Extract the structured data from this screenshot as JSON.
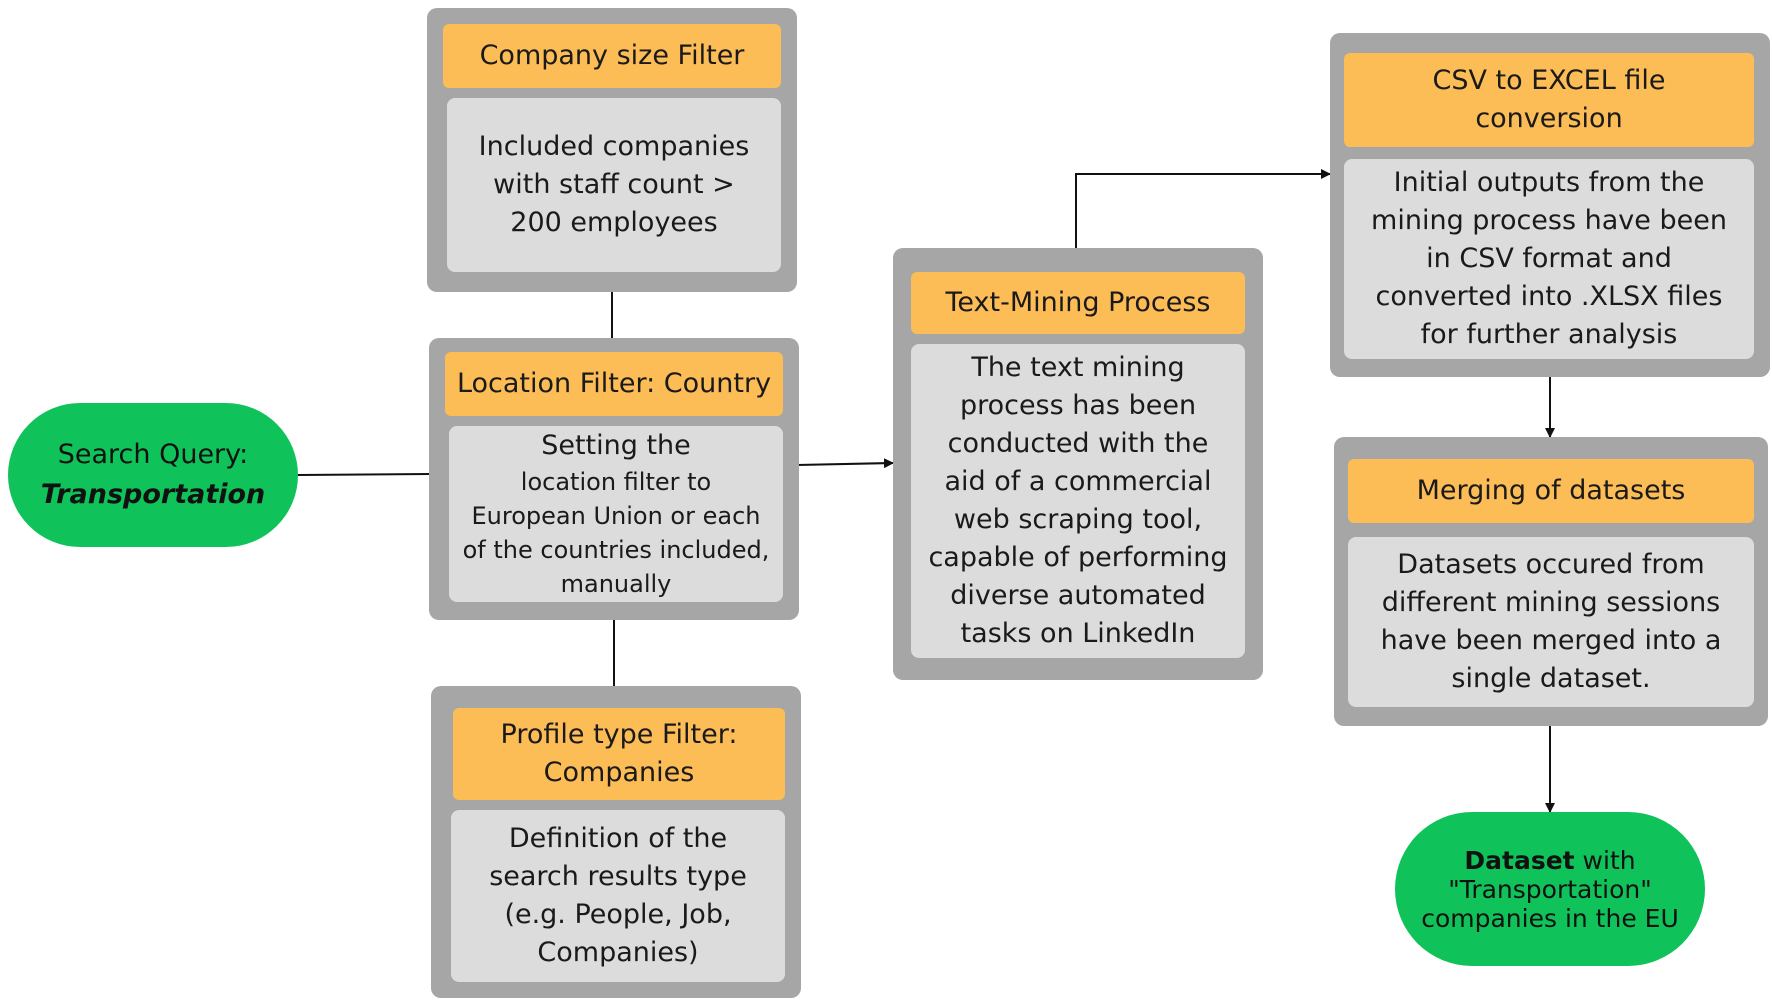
{
  "search_query": {
    "line1": "Search Query:",
    "line2": "Transportation"
  },
  "company_size": {
    "header": "Company size Filter",
    "body": "Included companies with staff count > 200 employees"
  },
  "location": {
    "header": "Location Filter: Country",
    "body_line1": "Setting the",
    "body_rest": "location filter to European Union or each of the countries included, manually"
  },
  "profile_type": {
    "header": "Profile type Filter: Companies",
    "body": "Definition of the search results type (e.g. People, Job, Companies)"
  },
  "text_mining": {
    "header": "Text-Mining Process",
    "body": "The text mining process has been conducted with the aid of a commercial web scraping tool, capable of performing diverse automated tasks on LinkedIn"
  },
  "csv_conversion": {
    "header": "CSV to EXCEL file conversion",
    "body": "Initial outputs from the mining process have been in CSV format and converted into .XLSX files for further analysis"
  },
  "merging": {
    "header": "Merging of datasets",
    "body": "Datasets occured from different mining sessions have been merged into a single dataset."
  },
  "dataset": {
    "bold": "Dataset",
    "rest1": " with",
    "rest2": "\"Transportation\"",
    "rest3": "companies in the EU"
  },
  "colors": {
    "terminal_green": "#10c25a",
    "header_orange": "#fcbc56",
    "box_gray": "#a6a6a6",
    "body_gray": "#dcdcdc"
  }
}
